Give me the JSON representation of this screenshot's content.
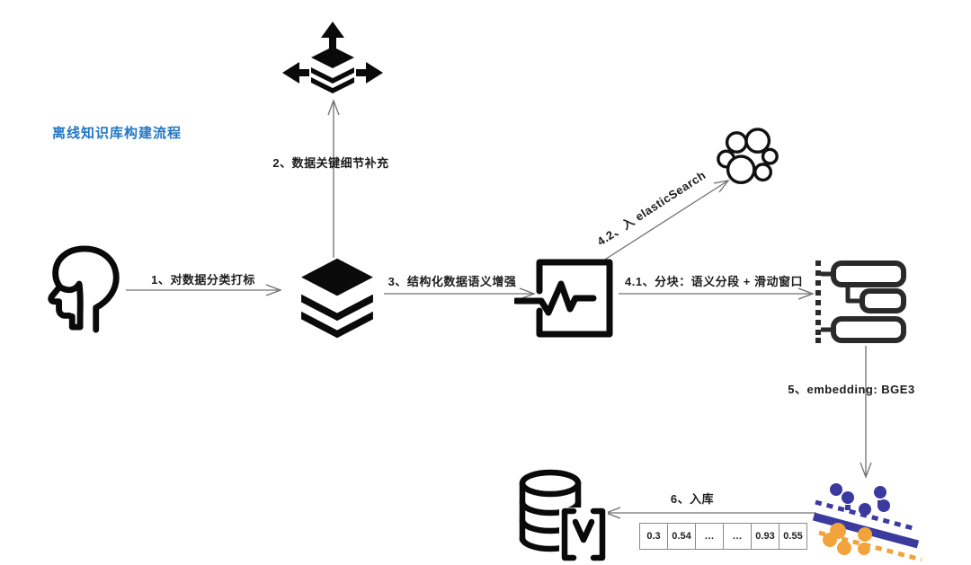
{
  "title": {
    "text": "离线知识库构建流程"
  },
  "flow": {
    "steps": [
      {
        "id": "1",
        "label": "1、对数据分类打标"
      },
      {
        "id": "2",
        "label": "2、数据关键细节补充"
      },
      {
        "id": "3",
        "label": "3、结构化数据语义增强"
      },
      {
        "id": "4.1",
        "label": "4.1、分块：语义分段 + 滑动窗口"
      },
      {
        "id": "4.2",
        "label": "4.2、入 elasticSearch"
      },
      {
        "id": "5",
        "label": "5、embedding:  BGE3"
      },
      {
        "id": "6",
        "label": "6、入库"
      }
    ]
  },
  "icons": {
    "source": "user-head-icon",
    "dataset": "layers-stack-icon",
    "enrich": "layers-move-arrows-icon",
    "semantic": "activity-pulse-square-icon",
    "search_target": "bubble-cluster-icon",
    "chunks": "chunk-blocks-outline-icon",
    "embedding_target": "scatter-classifier-icon",
    "database": "vector-database-icon"
  },
  "vector": {
    "cells": [
      "0.3",
      "0.54",
      "…",
      "…",
      "0.93",
      "0.55"
    ]
  },
  "colors": {
    "title": "#2176C4",
    "ink": "#0a0a0a",
    "arrow": "#707070",
    "scatter_blue": "#3B3A9E",
    "scatter_orange": "#F2A33C"
  }
}
